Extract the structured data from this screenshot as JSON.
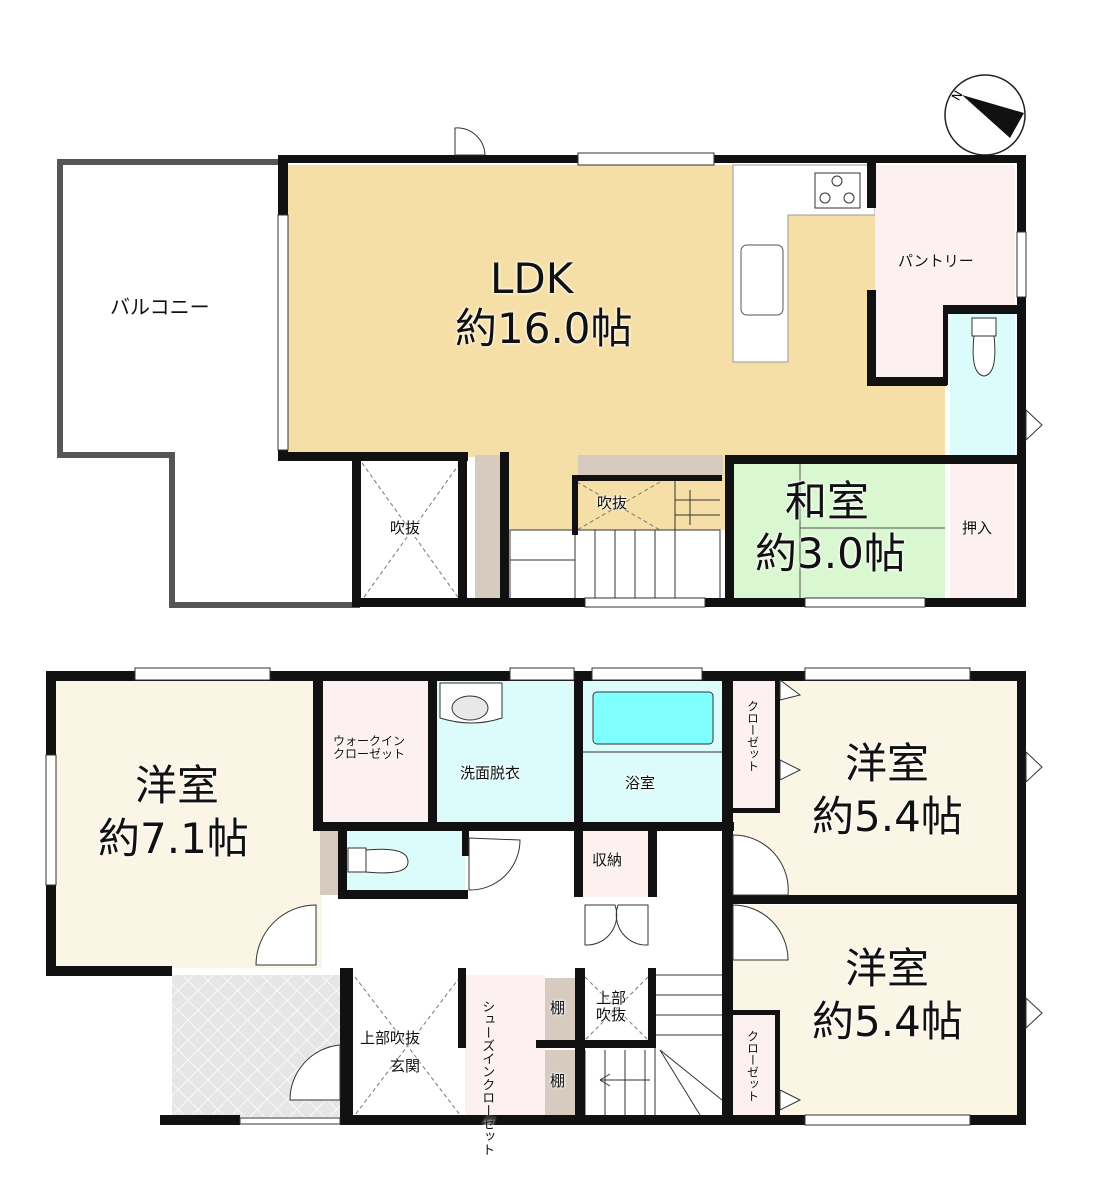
{
  "compass": {
    "label": "N"
  },
  "upper_floor": {
    "balcony": "バルコニー",
    "ldk": {
      "name": "LDK",
      "size": "約16.0帖"
    },
    "pantry": "パントリー",
    "void_left": "吹抜",
    "void_stairs": "吹抜",
    "washitsu": {
      "name": "和室",
      "size": "約3.0帖"
    },
    "oshiire": "押入"
  },
  "lower_floor": {
    "western_room_a": {
      "name": "洋室",
      "size": "約7.1帖"
    },
    "walk_in_closet": "ウォークイン\nクローゼット",
    "washroom": "洗面脱衣",
    "bathroom": "浴室",
    "storage": "収納",
    "western_room_b": {
      "name": "洋室",
      "size": "約5.4帖"
    },
    "western_room_c": {
      "name": "洋室",
      "size": "約5.4帖"
    },
    "closet_b": "クローゼット",
    "closet_c": "クローゼット",
    "entrance_void": "上部吹抜",
    "entrance": "玄関",
    "shoes_closet": "シューズインクローゼット",
    "shelf_1": "棚",
    "shelf_2": "棚",
    "stair_void": "上部\n吹抜"
  },
  "colors": {
    "ldk": "#f6dfa6",
    "washitsu": "#d9f7d0",
    "wet": "#dcfcfc",
    "closet": "#fdf0f0",
    "western": "#fbf5e6",
    "tub": "#80ffff",
    "shelf": "#d7cbbf"
  }
}
